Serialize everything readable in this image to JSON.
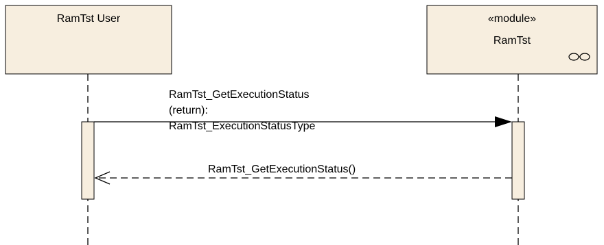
{
  "colors": {
    "box_fill": "#F7EEDF",
    "stroke": "#000000",
    "background": "#FFFFFF"
  },
  "lifelines": [
    {
      "name": "RamTst User",
      "stereotype": ""
    },
    {
      "name": "RamTst",
      "stereotype": "«module»",
      "icon": "component-link-icon"
    }
  ],
  "messages": [
    {
      "kind": "call",
      "from": "RamTst User",
      "to": "RamTst",
      "label_lines": [
        "RamTst_GetExecutionStatus",
        "(return):",
        "RamTst_ExecutionStatusType"
      ]
    },
    {
      "kind": "reply",
      "from": "RamTst",
      "to": "RamTst User",
      "label": "RamTst_GetExecutionStatus()"
    }
  ]
}
